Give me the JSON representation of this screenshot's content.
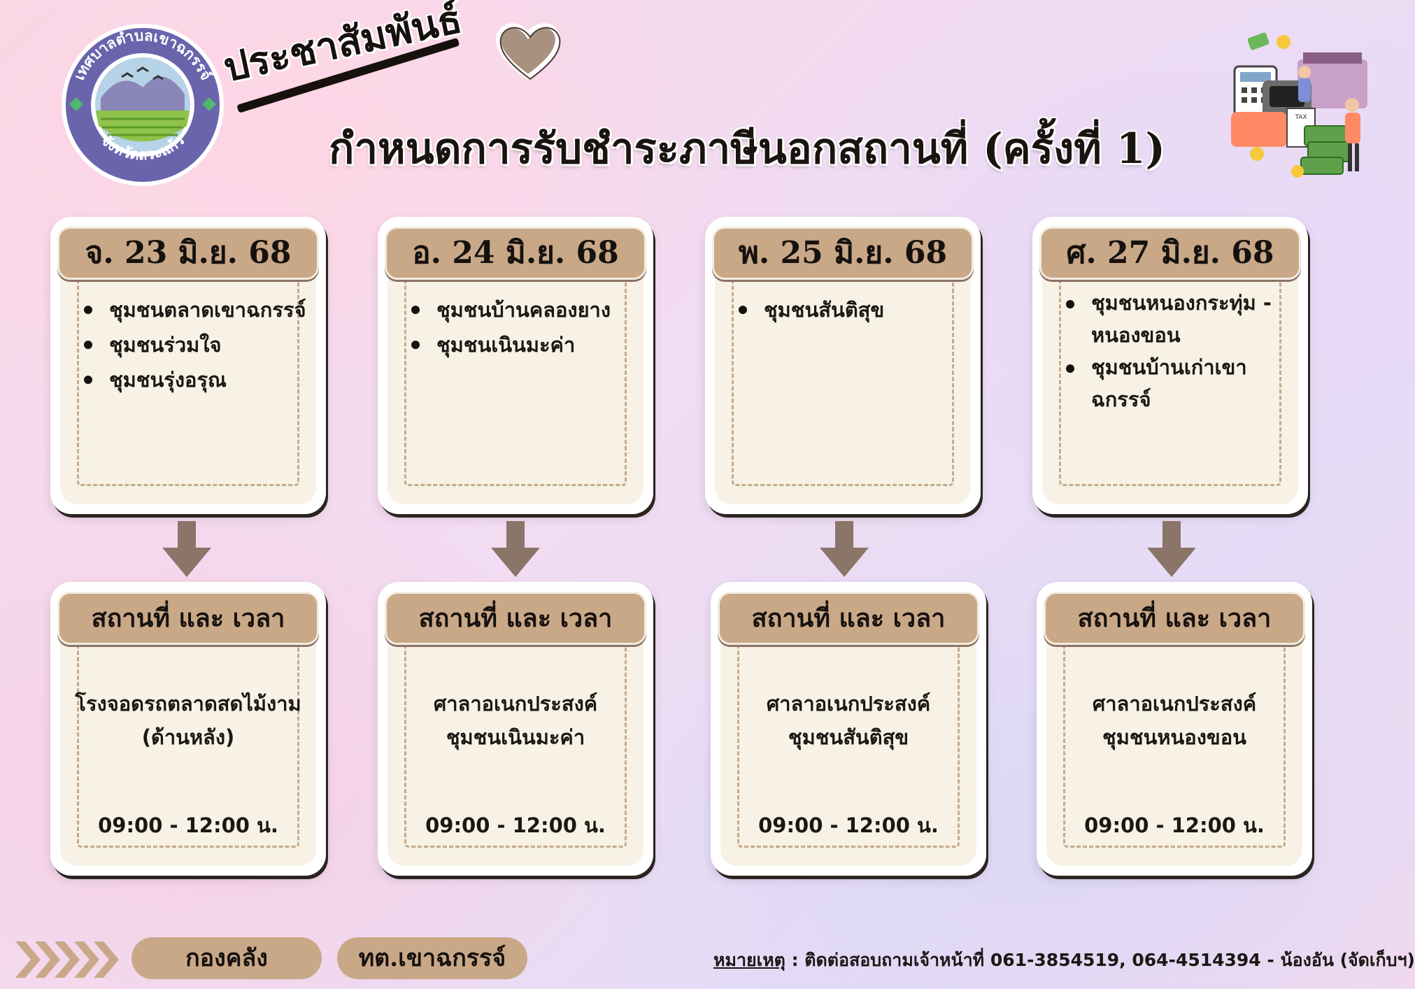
{
  "logo": {
    "ring_text_top": "เทศบาลตำบลเขาฉกรรจ์",
    "ring_text_bottom": "จังหวัดสระแก้ว"
  },
  "header": {
    "announcement": "ประชาสัมพันธ์",
    "title": "กำหนดการรับชำระภาษีนอกสถานที่ (ครั้งที่ 1)"
  },
  "schedule": [
    {
      "date": "จ. 23 มิ.ย. 68",
      "communities": [
        "ชุมชนตลาดเขาฉกรรจ์",
        "ชุมชนร่วมใจ",
        "ชุมชนรุ่งอรุณ"
      ],
      "venue_label": "สถานที่ และ เวลา",
      "venue_line1": "โรงจอดรถตลาดสดไม้งาม",
      "venue_line2": "(ด้านหลัง)",
      "time": "09:00 - 12:00 น."
    },
    {
      "date": "อ. 24 มิ.ย. 68",
      "communities": [
        "ชุมชนบ้านคลองยาง",
        "ชุมชนเนินมะค่า"
      ],
      "venue_label": "สถานที่ และ เวลา",
      "venue_line1": "ศาลาอเนกประสงค์",
      "venue_line2": "ชุมชนเนินมะค่า",
      "time": "09:00 - 12:00 น."
    },
    {
      "date": "พ. 25 มิ.ย. 68",
      "communities": [
        "ชุมชนสันติสุข"
      ],
      "venue_label": "สถานที่ และ เวลา",
      "venue_line1": "ศาลาอเนกประสงค์",
      "venue_line2": "ชุมชนสันติสุข",
      "time": "09:00 - 12:00 น."
    },
    {
      "date": "ศ. 27 มิ.ย. 68",
      "communities": [
        "ชุมชนหนองกระทุ่ม - หนองขอน",
        "ชุมชนบ้านเก่าเขาฉกรรจ์"
      ],
      "venue_label": "สถานที่ และ เวลา",
      "venue_line1": "ศาลาอเนกประสงค์",
      "venue_line2": "ชุมชนหนองขอน",
      "time": "09:00 - 12:00 น."
    }
  ],
  "footer": {
    "dept": "กองคลัง",
    "org": "ทต.เขาฉกรรจ์",
    "note_label": "หมายเหตุ",
    "note_text": " : ติดต่อสอบถามเจ้าหน้าที่  061-3854519, 064-4514394 - น้องอัน (จัดเก็บฯ)"
  },
  "colors": {
    "tab": "#c9a888",
    "card_inner": "#f7f2e5",
    "arrow": "#8b7468",
    "dash": "#c7a98b"
  }
}
